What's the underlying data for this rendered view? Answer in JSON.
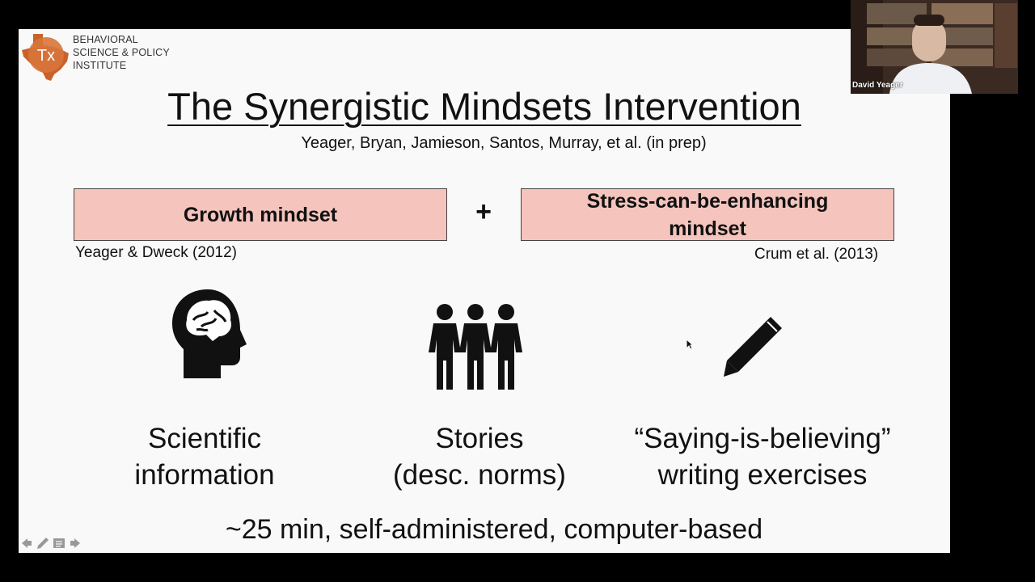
{
  "logo": {
    "badge_text": "Tx",
    "line1": "BEHAVIORAL",
    "line2": "SCIENCE & POLICY",
    "line3": "INSTITUTE",
    "color": "#c9622a"
  },
  "slide": {
    "title": "The Synergistic Mindsets Intervention",
    "authors": "Yeager, Bryan, Jamieson, Santos, Murray, et al. (in prep)",
    "box_left": "Growth mindset",
    "plus": "+",
    "box_right_line1": "Stress-can-be-enhancing",
    "box_right_line2": "mindset",
    "cite_left": "Yeager & Dweck (2012)",
    "cite_right": "Crum et al. (2013)",
    "col1": {
      "icon": "brain-head-icon",
      "line1": "Scientific",
      "line2": "information"
    },
    "col2": {
      "icon": "people-icon",
      "line1": "Stories",
      "line2": "(desc. norms)"
    },
    "col3": {
      "icon": "pencil-icon",
      "line1": "“Saying-is-believing”",
      "line2": "writing exercises"
    },
    "bottom": "~25 min, self-administered, computer-based",
    "box_color": "#f4c4bd"
  },
  "controls": [
    "prev-arrow-icon",
    "pen-icon",
    "menu-icon",
    "next-arrow-icon"
  ],
  "video": {
    "name": "David Yeager"
  }
}
